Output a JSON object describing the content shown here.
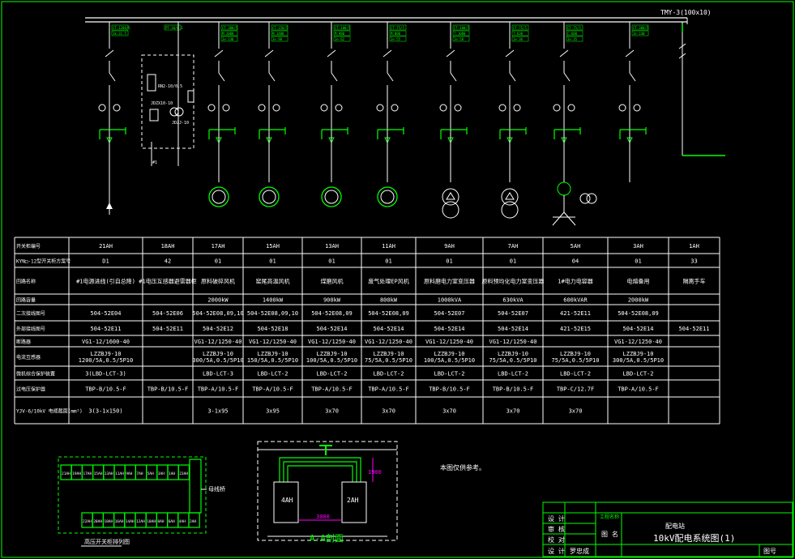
{
  "busbar": {
    "label": "TMY-3(100x10)"
  },
  "feeders": [
    {
      "cab": "21AH",
      "id": "D1",
      "name": "#1电源进线(引自总降)",
      "cap": "",
      "wire": "504-52E04",
      "ext": "504-52E11",
      "breaker": "VG1-12/1600-40",
      "ct": [
        "LZZBJ9-10",
        "1200/5A,0.5/5P10"
      ],
      "prot": "3(LBD-LCT-3)",
      "arr": "TBP-B/10.5-F",
      "cable": "3(3-1x150)",
      "load": "none",
      "tags": [
        "CT:1200/5",
        "Ik:31.5"
      ]
    },
    {
      "cab": "18AH",
      "id": "42",
      "name": "#1电压互感器避雷器柜",
      "cap": "",
      "wire": "504-52E06",
      "ext": "504-52E11",
      "breaker": "",
      "ct": [
        "",
        ""
      ],
      "prot": "",
      "arr": "TBP-B/10.5-F",
      "cable": "",
      "load": "pt",
      "tags": [
        "PT:10/0.1"
      ]
    },
    {
      "cab": "17AH",
      "id": "01",
      "name": "原料破碎风机",
      "cap": "2000kW",
      "wire": "504-52E08,09,10",
      "ext": "504-52E12",
      "breaker": "VG1-12/1250-40",
      "ct": [
        "LZZBJ9-10",
        "300/5A,0.5/5P10"
      ],
      "prot": "LBD-LCT-3",
      "arr": "TBP-A/10.5-F",
      "cable": "3-1x95",
      "load": "motor",
      "tags": [
        "CT:300/5",
        "M:2000",
        "Ie:140"
      ]
    },
    {
      "cab": "15AH",
      "id": "01",
      "name": "窑尾高温风机",
      "cap": "1400kW",
      "wire": "504-52E08,09,10",
      "ext": "504-52E18",
      "breaker": "VG1-12/1250-40",
      "ct": [
        "LZZBJ9-10",
        "150/5A,0.5/5P10"
      ],
      "prot": "LBD-LCT-2",
      "arr": "TBP-A/10.5-F",
      "cable": "3x95",
      "load": "motor",
      "tags": [
        "CT:150/5",
        "M:1400",
        "Ie:98"
      ]
    },
    {
      "cab": "13AH",
      "id": "01",
      "name": "煤磨风机",
      "cap": "900kW",
      "wire": "504-52E08,09",
      "ext": "504-52E14",
      "breaker": "VG1-12/1250-40",
      "ct": [
        "LZZBJ9-10",
        "100/5A,0.5/5P10"
      ],
      "prot": "LBD-LCT-2",
      "arr": "TBP-A/10.5-F",
      "cable": "3x70",
      "load": "motor",
      "tags": [
        "CT:100/5",
        "M:900",
        "Ie:62"
      ]
    },
    {
      "cab": "11AH",
      "id": "01",
      "name": "废气处理EP风机",
      "cap": "800kW",
      "wire": "504-52E08,09",
      "ext": "504-52E14",
      "breaker": "VG1-12/1250-40",
      "ct": [
        "LZZBJ9-10",
        "75/5A,0.5/5P10"
      ],
      "prot": "LBD-LCT-2",
      "arr": "TBP-A/10.5-F",
      "cable": "3x70",
      "load": "motor",
      "tags": [
        "CT:75/5",
        "M:800",
        "Ie:55"
      ]
    },
    {
      "cab": "9AH",
      "id": "01",
      "name": "原料磨电力室变压器",
      "cap": "1000kVA",
      "wire": "504-52E07",
      "ext": "504-52E14",
      "breaker": "VG1-12/1250-40",
      "ct": [
        "LZZBJ9-10",
        "100/5A,0.5/5P10"
      ],
      "prot": "LBD-LCT-2",
      "arr": "TBP-B/10.5-F",
      "cable": "3x70",
      "load": "transformer",
      "tags": [
        "CT:100/5",
        "T:1000",
        "Ie:58"
      ]
    },
    {
      "cab": "7AH",
      "id": "01",
      "name": "原料预均化电力室变压器",
      "cap": "630kVA",
      "wire": "504-52E07",
      "ext": "504-52E14",
      "breaker": "VG1-12/1250-40",
      "ct": [
        "LZZBJ9-10",
        "75/5A,0.5/5P10"
      ],
      "prot": "LBD-LCT-2",
      "arr": "TBP-B/10.5-F",
      "cable": "3x70",
      "load": "transformer",
      "tags": [
        "CT:75/5",
        "T:630",
        "Ie:36"
      ]
    },
    {
      "cab": "5AH",
      "id": "04",
      "name": "1#电力电容器",
      "cap": "600kVAR",
      "wire": "421-52E11",
      "ext": "421-52E15",
      "breaker": "",
      "ct": [
        "LZZBJ9-10",
        "75/5A,0.5/5P10"
      ],
      "prot": "LBD-LCT-2",
      "arr": "TBP-C/12.7F",
      "cable": "3x70",
      "load": "capacitor",
      "tags": [
        "CT:75/5",
        "C:600",
        "Ie:35"
      ]
    },
    {
      "cab": "3AH",
      "id": "01",
      "name": "电熔备用",
      "cap": "2000kW",
      "wire": "504-52E08,09",
      "ext": "504-52E14",
      "breaker": "VG1-12/1250-40",
      "ct": [
        "LZZBJ9-10",
        "300/5A,0.5/5P10"
      ],
      "prot": "LBD-LCT-2",
      "arr": "TBP-A/10.5-F",
      "cable": "",
      "load": "none",
      "tags": [
        "CT:300/5",
        "Ie:140"
      ]
    },
    {
      "cab": "1AH",
      "id": "33",
      "name": "隔离手车",
      "cap": "",
      "wire": "",
      "ext": "504-52E11",
      "breaker": "",
      "ct": [
        "",
        ""
      ],
      "prot": "",
      "arr": "",
      "cable": "",
      "load": "none",
      "tags": []
    }
  ],
  "table_headers": [
    "开关柜编号",
    "KYN□-12型开关柜方案号",
    "回路名称",
    "回路容量",
    "二次接线图号",
    "外部接线图号",
    "断路器",
    "电流互感器",
    "微机综合保护装置",
    "过电压保护器",
    "YJV-6/10kV 电缆截面(mm²)"
  ],
  "plan": {
    "top_row": [
      "21AH",
      "19AH",
      "17AH",
      "15AH",
      "13AH",
      "11AH",
      "9AH",
      "7AH",
      "5AH",
      "3AH",
      "1AH",
      "23AH"
    ],
    "bottom_row": [
      "22AH",
      "20AH",
      "18AH",
      "16AH",
      "14AH",
      "12AH",
      "10AH",
      "8AH",
      "6AH",
      "4AH",
      "2AH"
    ],
    "busway_label": "母线桥",
    "caption": "高压开关柜排列图"
  },
  "section": {
    "left": "4AH",
    "right": "2AH",
    "width": "3000",
    "height": "1900",
    "caption": "A-A剖面"
  },
  "note": "本图仅供参考。",
  "title_block": {
    "labels": [
      "设 计",
      "审 核",
      "校 对",
      "设 计",
      "工程名称",
      "图 名"
    ],
    "project": "配电站",
    "drawing_title": "10kV配电系统图(1)",
    "sheet_label": "图号",
    "designer": "罗忠成"
  }
}
